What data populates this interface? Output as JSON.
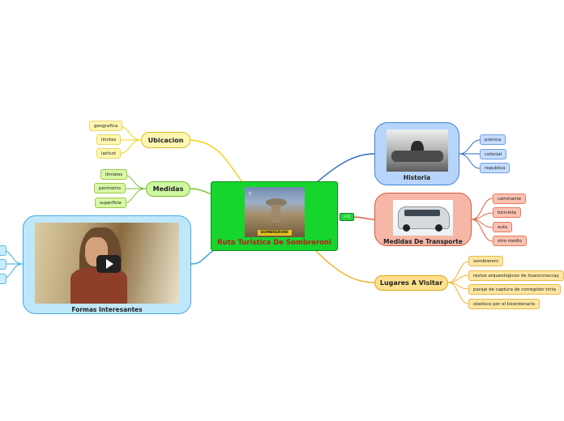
{
  "center": {
    "title": "Ruta Turistica De Sombreroni",
    "image_caption": "SOMBRERONI",
    "link_chip": "1"
  },
  "ubicacion": {
    "title": "Ubicacion",
    "children": [
      "geografica",
      "limites",
      "latitud"
    ]
  },
  "medidas": {
    "title": "Medidas",
    "children": [
      "limiales",
      "perimetro",
      "superficie"
    ]
  },
  "formas": {
    "title": "Formas Interesantes"
  },
  "historia": {
    "title": "Historia",
    "children": [
      "preinca",
      "colonial",
      "republica"
    ]
  },
  "transporte": {
    "title": "Medidas De Transporte",
    "children": [
      "caminante",
      "bicicleta",
      "auto",
      "otro medio"
    ]
  },
  "lugares": {
    "title": "Lugares A Visitar",
    "children": [
      "sombreroni",
      "restos arqueologicos de huancoraccay",
      "paraje de captura de corregidor tinta",
      "obelisco por el bicentenario"
    ]
  },
  "colors": {
    "center": "#16d62e",
    "yellow": "#f2d21a",
    "green": "#7ac133",
    "blue": "#2d6cc0",
    "red": "#e2603f",
    "orange": "#f0b32a",
    "cyan": "#3aa8dc"
  }
}
